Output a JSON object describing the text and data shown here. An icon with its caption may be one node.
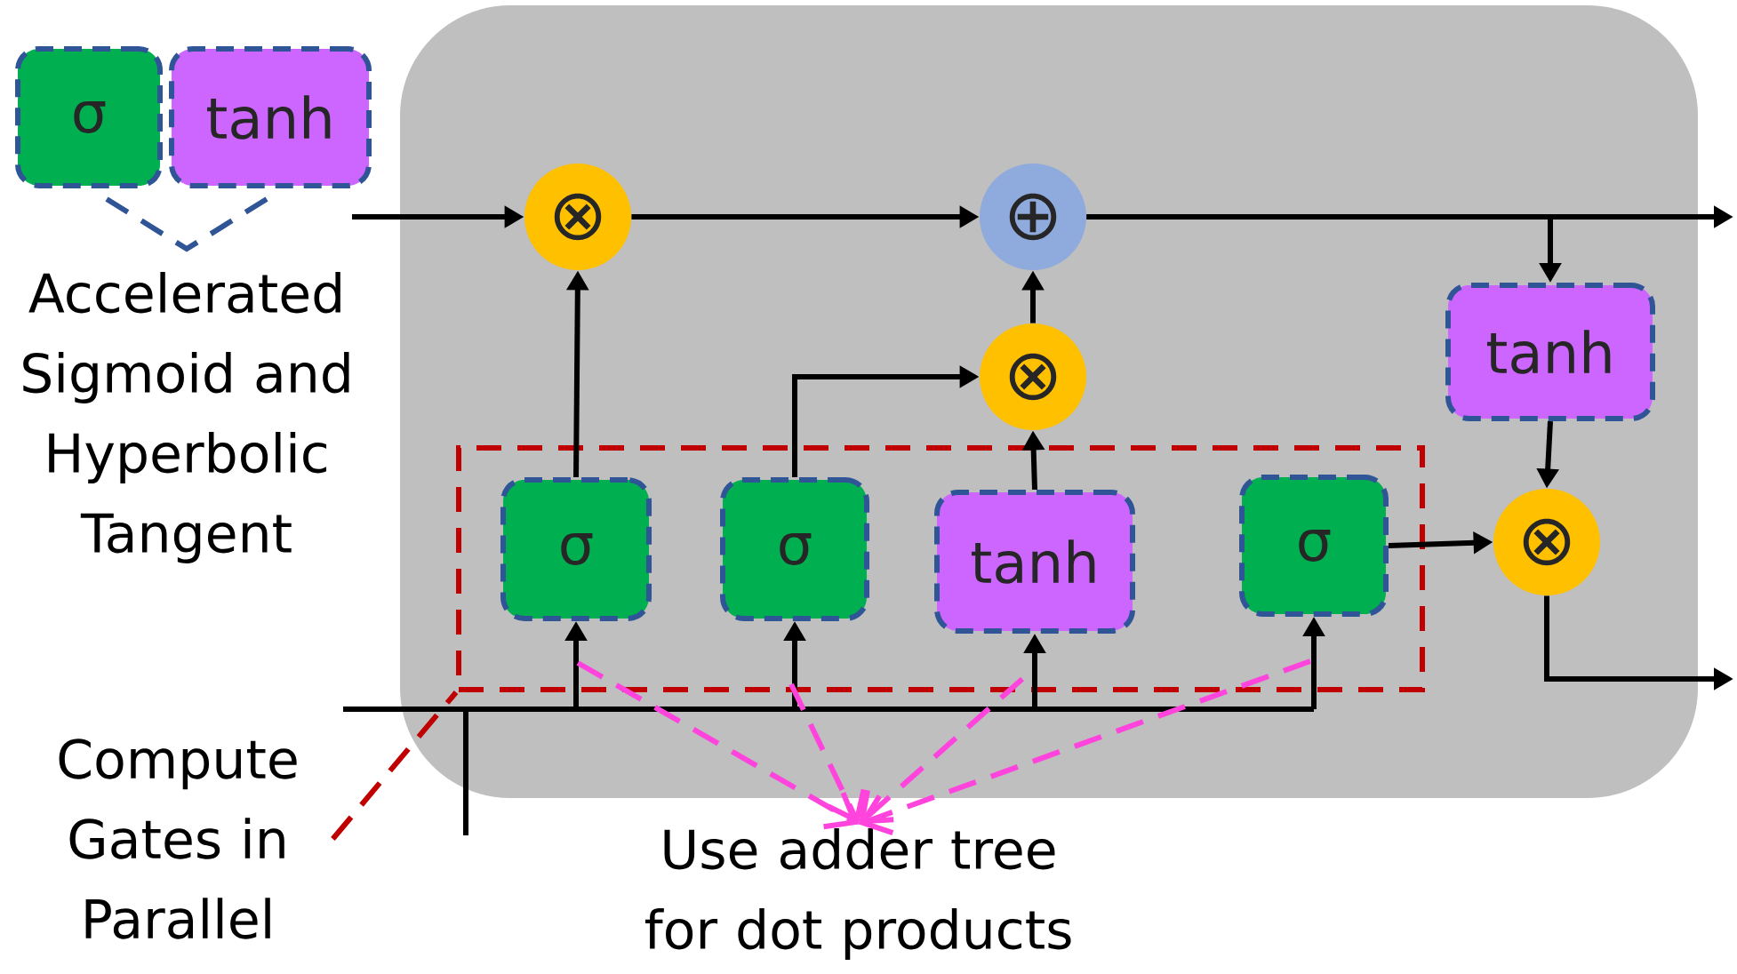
{
  "diagram": {
    "nodes": [
      {
        "text": [],
        "shape": "box"
      },
      {
        "text": [
          "σ"
        ]
      },
      {
        "text": [
          "tanh"
        ]
      },
      {
        "text": [
          "Accelerated Sigmoid and Hyperbolic Tangent"
        ]
      },
      {
        "text": [
          "⊗"
        ],
        "in": 0
      },
      {
        "text": [
          "⊕"
        ],
        "in": 0
      },
      {
        "text": [
          "⊗"
        ],
        "in": 0
      },
      {
        "text": [
          "tanh"
        ],
        "in": 0
      },
      {
        "text": [
          "⊗"
        ],
        "in": 0
      },
      {
        "text": [],
        "shape": "box",
        "in": 0
      },
      {
        "text": [
          "σ"
        ],
        "in": 9
      },
      {
        "text": [
          "σ"
        ],
        "in": 9
      },
      {
        "text": [
          "tanh"
        ],
        "in": 9
      },
      {
        "text": [
          "σ"
        ],
        "in": 9
      },
      {
        "text": [
          "Compute Gates in Parallel"
        ]
      },
      {
        "text": [
          "Use adder tree for dot products"
        ]
      }
    ],
    "edges": [
      {
        "from": null,
        "to": 4,
        "arrow": "to"
      },
      {
        "from": 4,
        "to": 5,
        "arrow": "to"
      },
      {
        "from": 10,
        "to": 4,
        "arrow": "to"
      },
      {
        "from": 11,
        "to": 6,
        "arrow": "to"
      },
      {
        "from": 12,
        "to": 6,
        "arrow": "to"
      },
      {
        "from": 6,
        "to": 5,
        "arrow": "to"
      },
      {
        "from": 5,
        "to": null,
        "arrow": "to"
      },
      {
        "from": 5,
        "to": 7,
        "arrow": "to"
      },
      {
        "from": 7,
        "to": 8,
        "arrow": "to"
      },
      {
        "from": 13,
        "to": 8,
        "arrow": "to"
      },
      {
        "from": 8,
        "to": null,
        "arrow": "to"
      },
      {
        "from": null,
        "to": 10,
        "arrow": "to"
      },
      {
        "from": null,
        "to": 11,
        "arrow": "to"
      },
      {
        "from": null,
        "to": 12,
        "arrow": "to"
      },
      {
        "from": null,
        "to": 13,
        "arrow": "to"
      },
      {
        "from": 14,
        "to": 9,
        "arrow": "none",
        "style": "dashed",
        "color": "#c00000"
      },
      {
        "from": 9,
        "to": 15,
        "arrow": "to",
        "style": "dashed",
        "color": "#ff44dd"
      },
      {
        "from": 9,
        "to": 15,
        "arrow": "to",
        "style": "dashed",
        "color": "#ff44dd"
      },
      {
        "from": 9,
        "to": 15,
        "arrow": "to",
        "style": "dashed",
        "color": "#ff44dd"
      },
      {
        "from": 9,
        "to": 15,
        "arrow": "to",
        "style": "dashed",
        "color": "#ff44dd"
      }
    ]
  }
}
